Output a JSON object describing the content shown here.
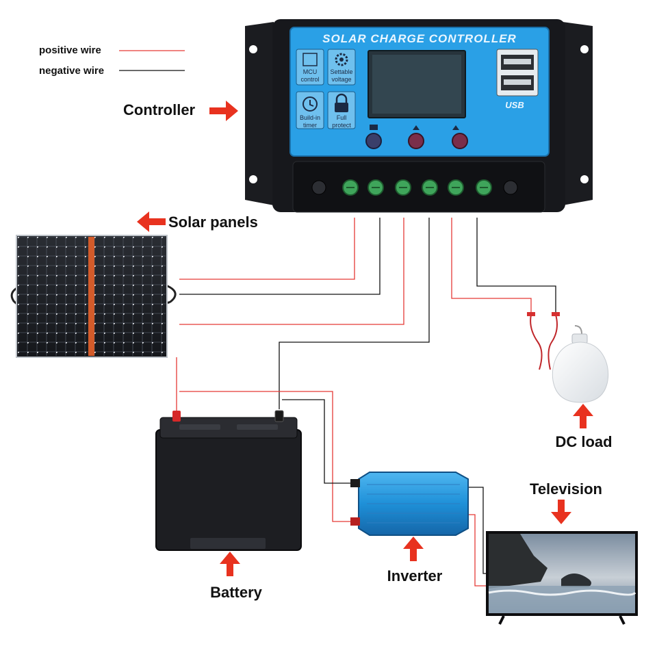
{
  "legend": {
    "positive": "positive wire",
    "negative": "negative wire"
  },
  "colors": {
    "positive_wire": "#e53935",
    "negative_wire": "#111111",
    "arrow": "#e8321f",
    "controller_face": "#2aa0e6",
    "inverter_body": "#1e90d8"
  },
  "controller": {
    "title": "SOLAR CHARGE CONTROLLER",
    "badges": {
      "mcu": [
        "MCU",
        "control"
      ],
      "settable": [
        "Settable",
        "voltage"
      ],
      "timer": [
        "Build-in",
        "timer"
      ],
      "protect": [
        "Full",
        "protect"
      ]
    },
    "usb_label": "USB"
  },
  "labels": {
    "controller": "Controller",
    "solar": "Solar panels",
    "dc_load": "DC load",
    "battery": "Battery",
    "inverter": "Inverter",
    "television": "Television"
  },
  "icons": {
    "arrow": "bold-arrow-icon",
    "chip": "chip-icon",
    "gear": "gear-icon",
    "clock": "clock-icon",
    "lock": "lock-icon",
    "usb": "usb-port-icon"
  }
}
